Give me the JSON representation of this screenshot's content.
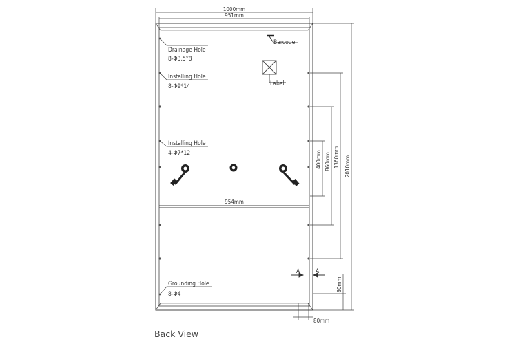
{
  "drawing": {
    "caption": "Back View",
    "labels": {
      "barcode": "Barcode",
      "label": "Label",
      "drainage_title": "Drainage Hole",
      "drainage_spec": "8-Φ3.5*8",
      "installing_title_1": "Installing Hole",
      "installing_spec_1": "8-Φ9*14",
      "installing_title_2": "Installing Hole",
      "installing_spec_2": "4-Φ7*12",
      "grounding_title": "Grounding Hole",
      "grounding_spec": "8-Φ4"
    },
    "dimensions": {
      "overall_width": "1000mm",
      "inner_width": "951mm",
      "crossbar_width": "954mm",
      "overall_height": "2010mm",
      "hole_spacing_1": "1360mm",
      "hole_spacing_2": "860mm",
      "hole_spacing_3": "400mm",
      "bottom_offset": "80mm",
      "side_offset": "80mm",
      "section_mark_left": "A",
      "section_mark_right": "A"
    }
  }
}
